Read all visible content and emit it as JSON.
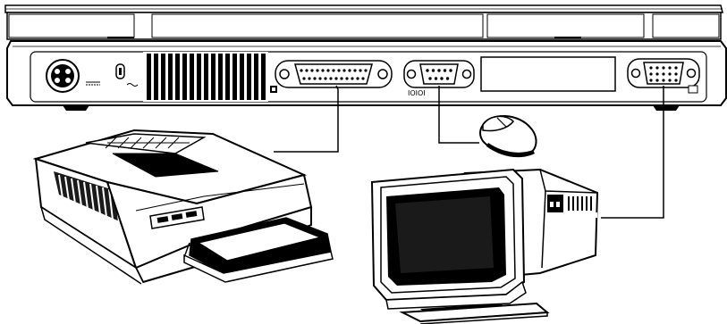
{
  "diagram": {
    "colors": {
      "ink": "#000000",
      "paper": "#ffffff",
      "shade_dark": "#1a1a1a",
      "shade_mid": "#8c8c8c",
      "shade_light": "#d9d9d9"
    },
    "devices": [
      {
        "id": "laptop-rear",
        "icon": "laptop-rear-panel-icon"
      },
      {
        "id": "printer",
        "icon": "printer-icon"
      },
      {
        "id": "mouse",
        "icon": "mouse-icon"
      },
      {
        "id": "monitor",
        "icon": "crt-monitor-icon"
      }
    ],
    "ports": [
      {
        "id": "power-port",
        "icon": "power-connector-icon"
      },
      {
        "id": "kensington-lock",
        "icon": "lock-slot-icon"
      },
      {
        "id": "parallel-port",
        "icon": "parallel-port-icon"
      },
      {
        "id": "serial-port",
        "icon": "serial-port-icon",
        "label": "IOIOI"
      },
      {
        "id": "vga-port",
        "icon": "vga-port-icon"
      }
    ],
    "connections": [
      {
        "from": "parallel-port",
        "to": "printer"
      },
      {
        "from": "serial-port",
        "to": "mouse"
      },
      {
        "from": "vga-port",
        "to": "monitor"
      }
    ]
  }
}
